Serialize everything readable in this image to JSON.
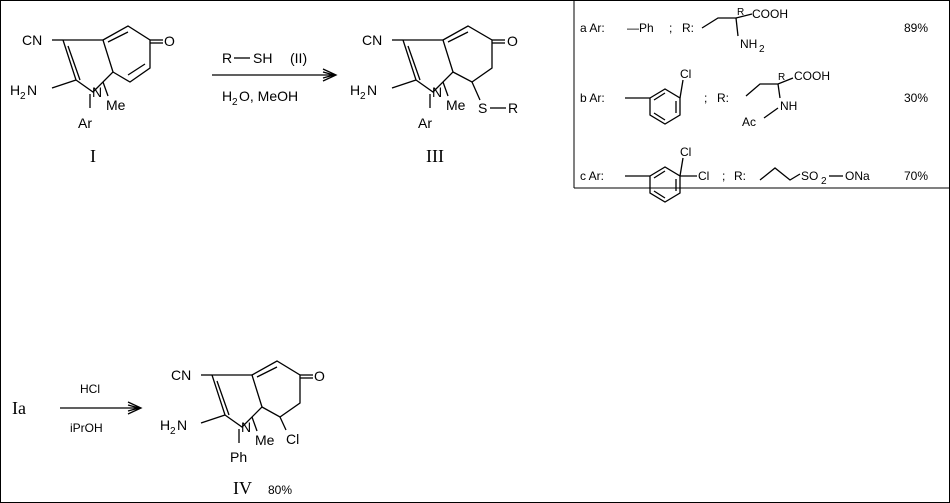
{
  "compound_I": {
    "cn": "CN",
    "nh2_h": "H",
    "nh2_sub": "2",
    "nh2_n": "N",
    "n": "N",
    "me": "Me",
    "ar": "Ar",
    "o": "O",
    "label": "I"
  },
  "reaction1": {
    "reagent_r": "R",
    "reagent_sh": "SH",
    "reagent_tag": "(II)",
    "solvent_h": "H",
    "solvent_sub": "2",
    "solvent_rest": "O, MeOH"
  },
  "compound_III": {
    "cn": "CN",
    "nh2_h": "H",
    "nh2_sub": "2",
    "nh2_n": "N",
    "n": "N",
    "me": "Me",
    "ar": "Ar",
    "o": "O",
    "s": "S",
    "r": "R",
    "label": "III"
  },
  "legend": {
    "a": {
      "tag": "a Ar:",
      "ar": "—Ph",
      "sep": ";",
      "r_tag": "R:",
      "cooh": "COOH",
      "stereo": "R",
      "nh2_n": "NH",
      "nh2_sub": "2",
      "yield": "89%"
    },
    "b": {
      "tag": "b Ar:",
      "cl": "Cl",
      "sep": ";",
      "r_tag": "R:",
      "cooh": "COOH",
      "stereo": "R",
      "nh": "NH",
      "ac": "Ac",
      "yield": "30%"
    },
    "c": {
      "tag": "c Ar:",
      "cl1": "Cl",
      "cl2": "Cl",
      "sep": ";",
      "r_tag": "R:",
      "so2_a": "SO",
      "so2_sub": "2",
      "ona": "ONa",
      "yield": "70%"
    }
  },
  "reaction2": {
    "start": "Ia",
    "reagent": "HCl",
    "solvent": "iPrOH"
  },
  "compound_IV": {
    "cn": "CN",
    "nh2_h": "H",
    "nh2_sub": "2",
    "nh2_n": "N",
    "n": "N",
    "me": "Me",
    "ph": "Ph",
    "o": "O",
    "cl": "Cl",
    "label": "IV",
    "yield": "80%"
  }
}
